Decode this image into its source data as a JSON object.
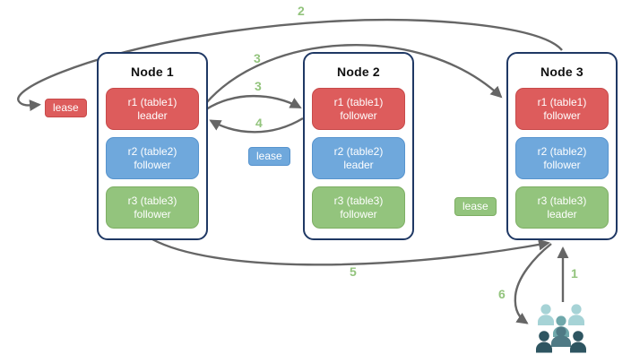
{
  "diagram": {
    "nodes": [
      {
        "title": "Node 1",
        "replicas": [
          {
            "label": "r1 (table1)",
            "role": "leader"
          },
          {
            "label": "r2 (table2)",
            "role": "follower"
          },
          {
            "label": "r3 (table3)",
            "role": "follower"
          }
        ]
      },
      {
        "title": "Node 2",
        "replicas": [
          {
            "label": "r1 (table1)",
            "role": "follower"
          },
          {
            "label": "r2 (table2)",
            "role": "leader"
          },
          {
            "label": "r3 (table3)",
            "role": "follower"
          }
        ]
      },
      {
        "title": "Node 3",
        "replicas": [
          {
            "label": "r1 (table1)",
            "role": "follower"
          },
          {
            "label": "r2 (table2)",
            "role": "follower"
          },
          {
            "label": "r3 (table3)",
            "role": "leader"
          }
        ]
      }
    ],
    "leases": [
      {
        "label": "lease",
        "color": "#dd5c5c"
      },
      {
        "label": "lease",
        "color": "#6fa8dc"
      },
      {
        "label": "lease",
        "color": "#93c47d"
      }
    ],
    "steps": {
      "s1": "1",
      "s2": "2",
      "s3a": "3",
      "s3b": "3",
      "s4": "4",
      "s5": "5",
      "s6": "6"
    },
    "colors": {
      "replica_red": "#dd5c5c",
      "replica_blue": "#6fa8dc",
      "replica_green": "#93c47d",
      "node_border": "#1f3864",
      "arrow": "#666666",
      "step_label": "#93c47d",
      "people_light": "#a6d3d6",
      "people_medium": "#6fa8ab",
      "people_slate": "#4f7a85",
      "people_dark": "#2e5561"
    },
    "icons": {
      "people": "users-group-icon"
    }
  }
}
